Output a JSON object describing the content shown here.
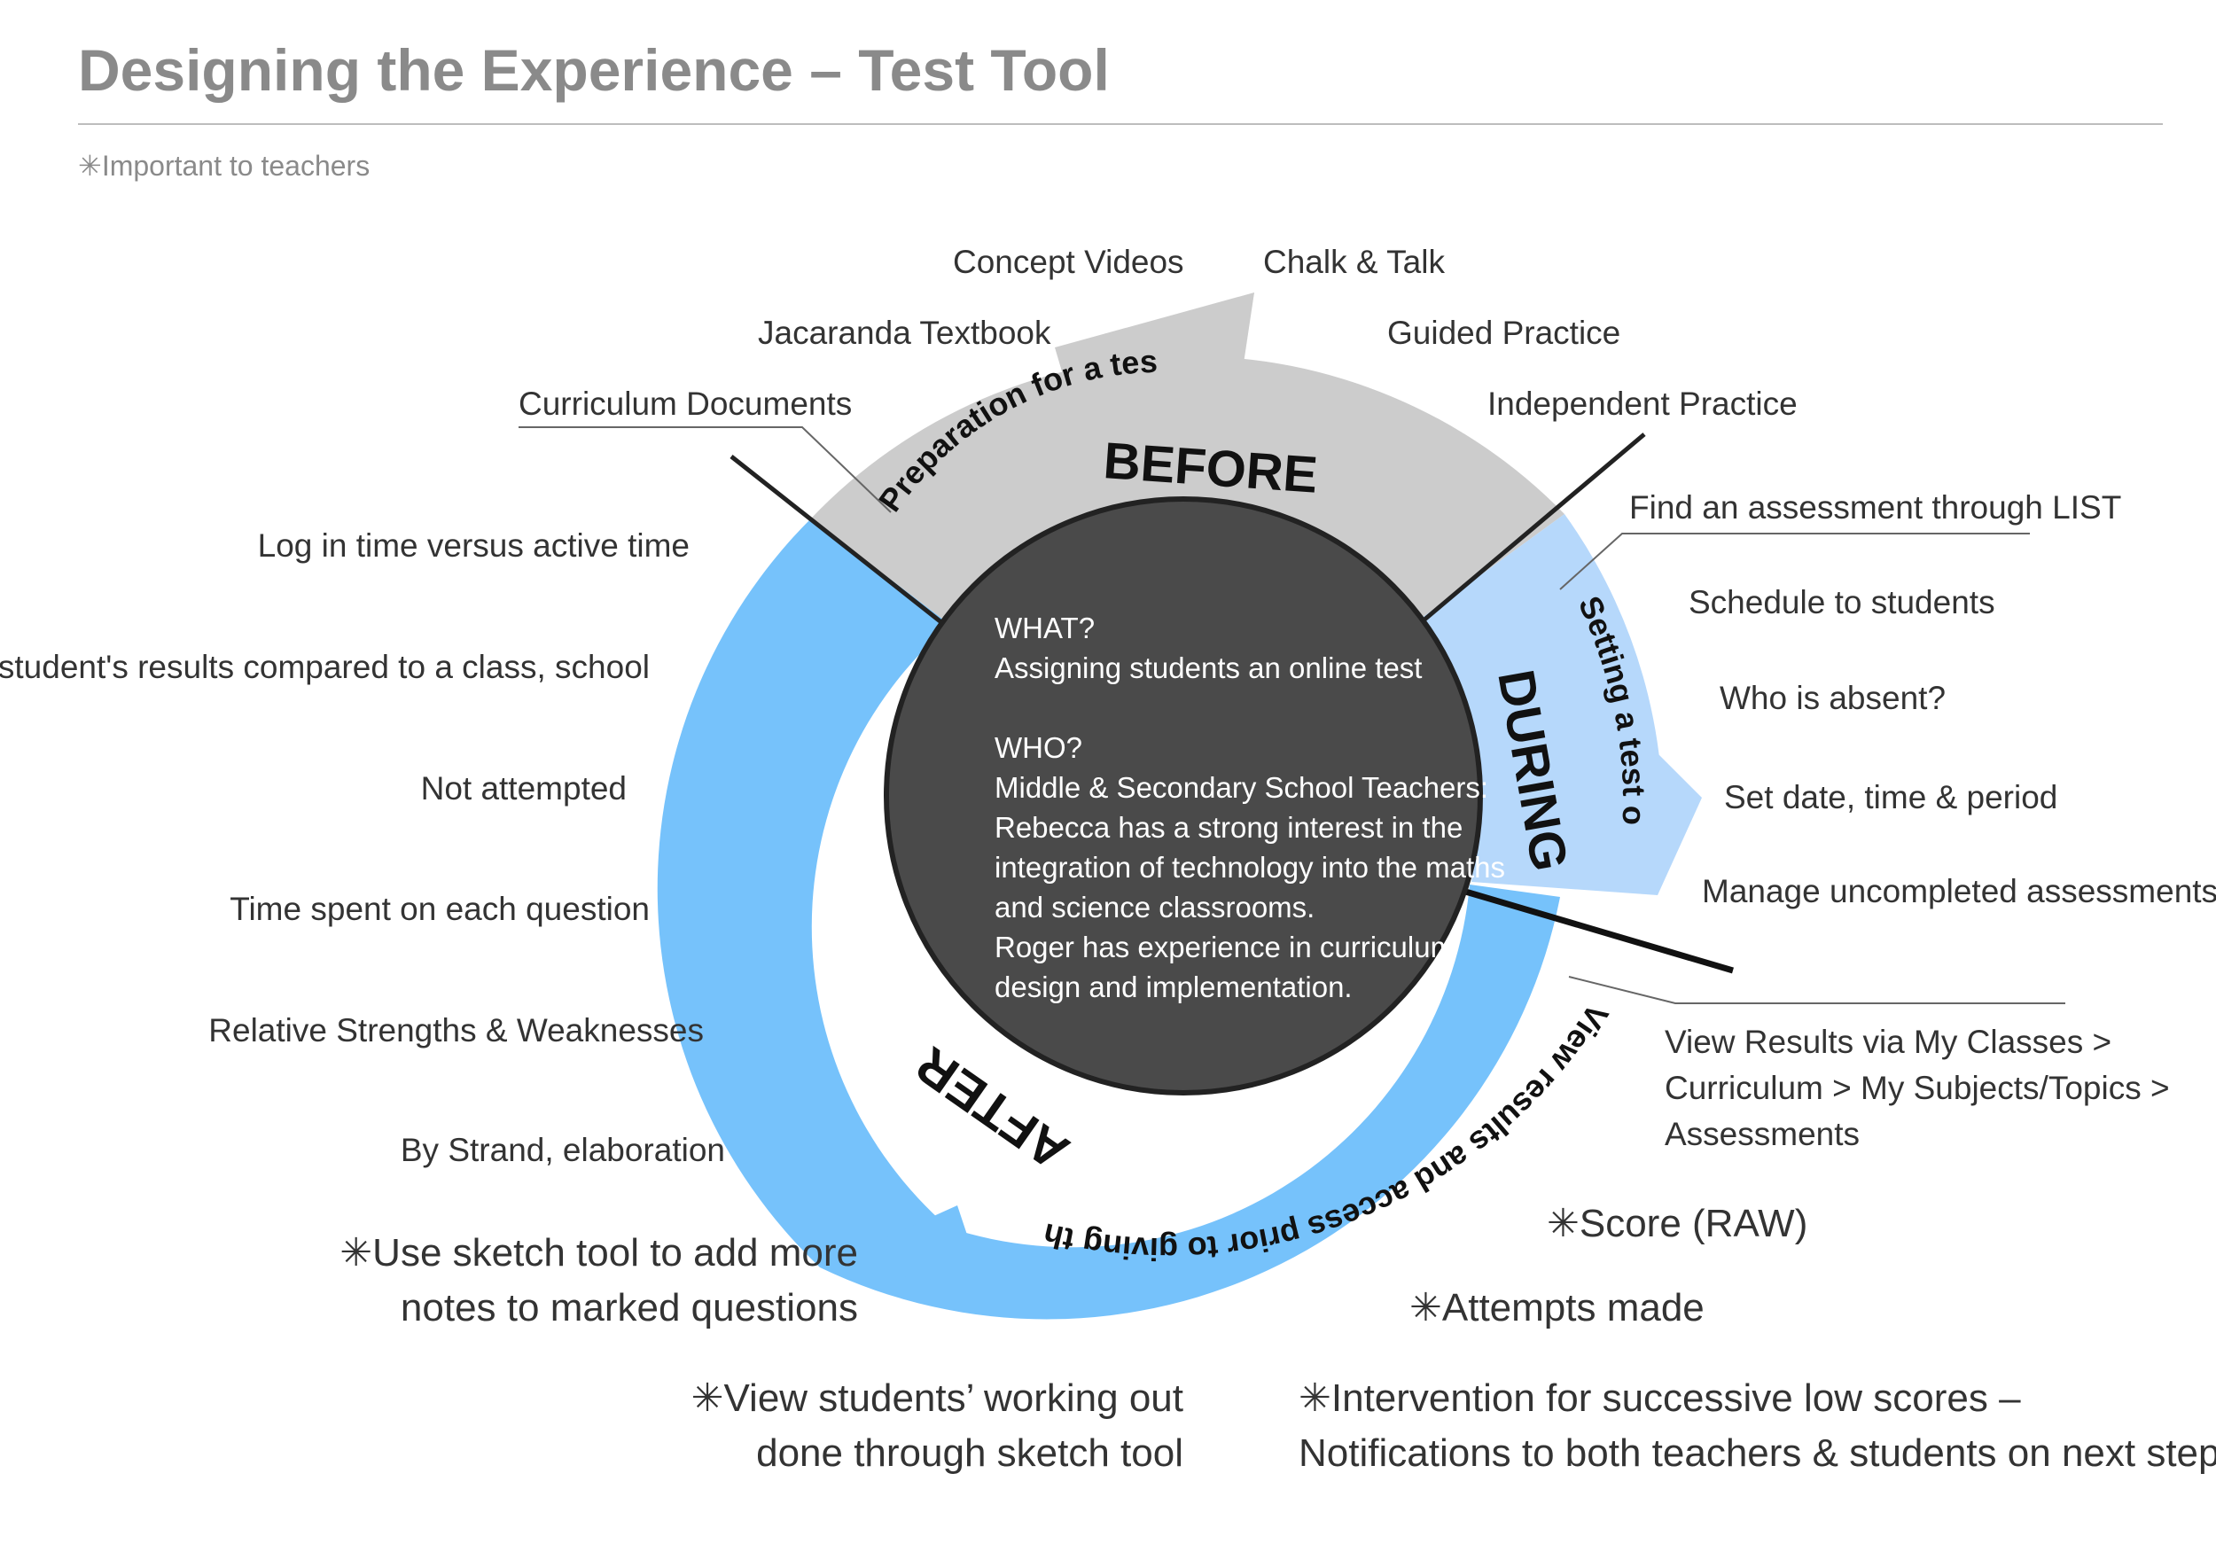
{
  "title": "Designing the Experience – Test Tool",
  "legend": "✳Important to teachers",
  "colors": {
    "before": "#cccccc",
    "during": "#b6d8fb",
    "after": "#76c2fb",
    "center": "#4a4a4a",
    "title": "#8a8a8a",
    "text": "#333333"
  },
  "phases": {
    "before": {
      "label": "BEFORE",
      "arc_text": "Preparation for a test",
      "items": [
        "Concept Videos",
        "Chalk & Talk",
        "Jacaranda Textbook",
        "Guided Practice",
        "Curriculum Documents",
        "Independent Practice"
      ]
    },
    "during": {
      "label": "DURING",
      "arc_text": "Setting a test online",
      "items": [
        "Find an assessment through LIST",
        "Schedule to students",
        "Who is absent?",
        "Set date, time & period",
        "Manage uncompleted assessments"
      ]
    },
    "after": {
      "label": "AFTER",
      "arc_text": "View results and access prior to giving the next test",
      "results_path": [
        "View Results via My Classes >",
        "Curriculum > My Subjects/Topics >",
        "Assessments"
      ],
      "left_items": [
        "Log in time versus active time",
        "A student's results compared to a class, school",
        "Not attempted",
        "Time spent on each question",
        "Relative Strengths & Weaknesses",
        "By Strand, elaboration"
      ],
      "important_items": {
        "score": "✳Score (RAW)",
        "attempts": "✳Attempts made",
        "sketch_notes": [
          "✳Use sketch tool to add more",
          "notes to marked questions"
        ],
        "working_out": [
          "✳View students’ working out",
          "done through sketch tool"
        ],
        "intervention": [
          "✳Intervention for successive low scores –",
          "Notifications to both teachers & students on next steps"
        ]
      }
    }
  },
  "center": {
    "lines": [
      "WHAT?",
      "Assigning students an online test",
      "",
      "WHO?",
      "Middle & Secondary School Teachers:",
      "Rebecca has a strong interest in the",
      "integration of technology into the maths",
      "and science classrooms.",
      "Roger has experience in curriculum",
      "design and implementation."
    ]
  }
}
